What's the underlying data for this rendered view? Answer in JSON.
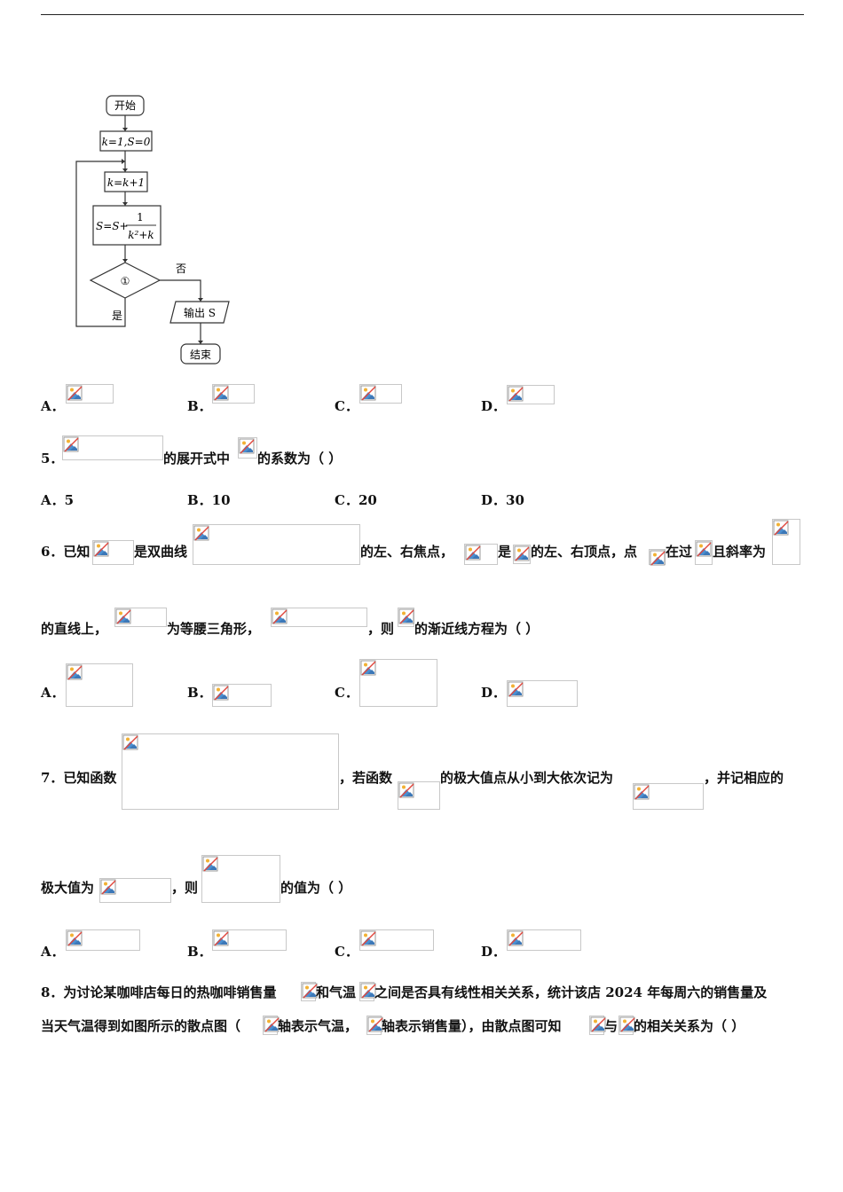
{
  "flowchart": {
    "start": "开始",
    "init": "k=1,S=0",
    "step": "k=k+1",
    "sum_left": "S=S+",
    "sum_num": "1",
    "sum_den": "k²+k",
    "cond": "①",
    "no": "否",
    "yes": "是",
    "output": "输出 S",
    "end": "结束"
  },
  "q4_options": [
    "A．",
    "B．",
    "C．",
    "D．"
  ],
  "q5": {
    "num": "5．",
    "t1": "的展开式中",
    "t2": "的系数为（    ）",
    "options": [
      "A．5",
      "B．10",
      "C．20",
      "D．30"
    ]
  },
  "q6": {
    "num": "6．已知",
    "t1": "是双曲线",
    "t2": "的左、右焦点，",
    "t3": "是",
    "t4": "的左、右顶点，点",
    "t5": "在过",
    "t6": "且斜率为",
    "line2_a": "的直线上，",
    "line2_b": "为等腰三角形，",
    "line2_c": "，则",
    "line2_d": "的渐近线方程为（    ）",
    "options": [
      "A．",
      "B．",
      "C．",
      "D．"
    ]
  },
  "q7": {
    "num": "7．已知函数",
    "t1": "，若函数",
    "t2": "的极大值点从小到大依次记为",
    "t3": "，并记相应的",
    "line2_a": "极大值为",
    "line2_b": "，则",
    "line2_c": "的值为（    ）",
    "options": [
      "A．",
      "B．",
      "C．",
      "D．"
    ]
  },
  "q8": {
    "line1_a": "8．为讨论某咖啡店每日的热咖啡销售量",
    "line1_b": "和气温",
    "line1_c": "之间是否具有线性相关关系，统计该店 2024 年每周六的销售量及",
    "line2_a": "当天气温得到如图所示的散点图（",
    "line2_b": "轴表示气温，",
    "line2_c": "轴表示销售量），由散点图可知",
    "line2_d": "与",
    "line2_e": "的相关关系为（    ）"
  }
}
